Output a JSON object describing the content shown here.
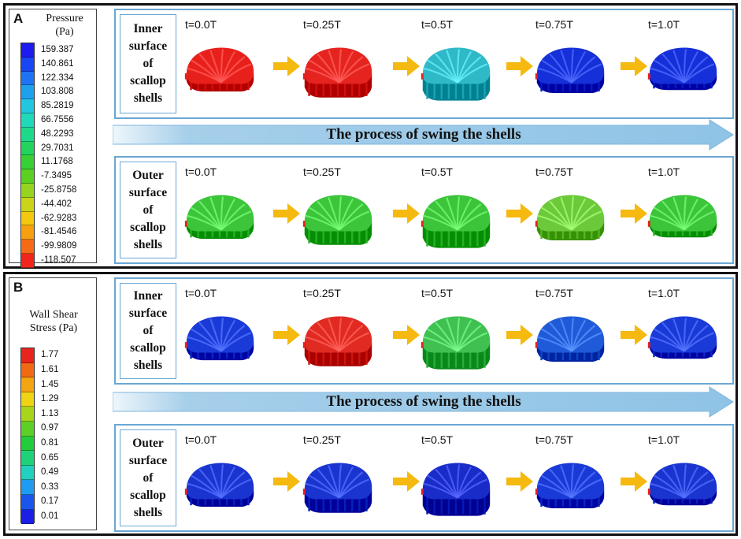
{
  "panels": [
    {
      "letter": "A",
      "legend": {
        "title_lines": [
          "Pressure",
          "(Pa)"
        ],
        "ticks": [
          "159.387",
          "140.861",
          "122.334",
          "103.808",
          "85.2819",
          "66.7556",
          "48.2293",
          "29.7031",
          "11.1768",
          "-7.3495",
          "-25.8758",
          "-44.402",
          "-62.9283",
          "-81.4546",
          "-99.9809",
          "-118.507"
        ]
      },
      "process_text": "The process of swing the shells",
      "rows": [
        {
          "label_lines": [
            "Inner",
            "surface",
            "of",
            "scallop",
            "shells"
          ],
          "frames": [
            {
              "time": "t=0.0T",
              "color": "#e8201c"
            },
            {
              "time": "t=0.25T",
              "color": "#e52420"
            },
            {
              "time": "t=0.5T",
              "color": "#2fb8c8"
            },
            {
              "time": "t=0.75T",
              "color": "#1530d8"
            },
            {
              "time": "t=1.0T",
              "color": "#1530d8"
            }
          ]
        },
        {
          "label_lines": [
            "Outer",
            "surface",
            "of",
            "scallop",
            "shells"
          ],
          "frames": [
            {
              "time": "t=0.0T",
              "color": "#3cc43a"
            },
            {
              "time": "t=0.25T",
              "color": "#3cc43a"
            },
            {
              "time": "t=0.5T",
              "color": "#3cc43a"
            },
            {
              "time": "t=0.75T",
              "color": "#6cc93a"
            },
            {
              "time": "t=1.0T",
              "color": "#3cc43a"
            }
          ]
        }
      ]
    },
    {
      "letter": "B",
      "legend": {
        "title_lines": [
          "Wall Shear",
          "Stress (Pa)"
        ],
        "ticks": [
          "1.77",
          "1.61",
          "1.45",
          "1.29",
          "1.13",
          "0.97",
          "0.81",
          "0.65",
          "0.49",
          "0.33",
          "0.17",
          "0.01"
        ]
      },
      "process_text": "The process of swing the shells",
      "rows": [
        {
          "label_lines": [
            "Inner",
            "surface",
            "of",
            "scallop",
            "shells"
          ],
          "frames": [
            {
              "time": "t=0.0T",
              "color": "#1a3ad8"
            },
            {
              "time": "t=0.25T",
              "color": "#e02a22"
            },
            {
              "time": "t=0.5T",
              "color": "#3fc050"
            },
            {
              "time": "t=0.75T",
              "color": "#1f5ad8"
            },
            {
              "time": "t=1.0T",
              "color": "#1a3ad8"
            }
          ]
        },
        {
          "label_lines": [
            "Outer",
            "surface",
            "of",
            "scallop",
            "shells"
          ],
          "frames": [
            {
              "time": "t=0.0T",
              "color": "#1a34d0"
            },
            {
              "time": "t=0.25T",
              "color": "#1a34d0"
            },
            {
              "time": "t=0.5T",
              "color": "#1a2cc8"
            },
            {
              "time": "t=0.75T",
              "color": "#1a3ad8"
            },
            {
              "time": "t=1.0T",
              "color": "#1a34d0"
            }
          ]
        }
      ]
    }
  ],
  "colors": {
    "arrow": "#f5b90f",
    "process_arrow": "#a6cfea",
    "row_border": "#6aa7d3"
  }
}
